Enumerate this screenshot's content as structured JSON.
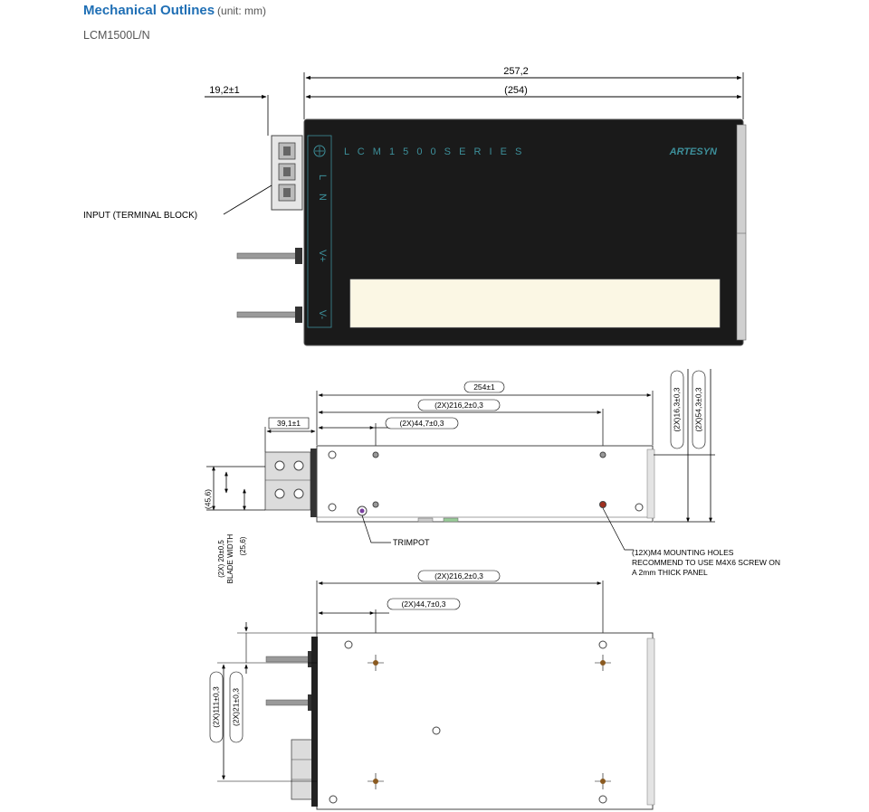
{
  "header": {
    "title": "Mechanical Outlines",
    "unit": "(unit: mm)",
    "model": "LCM1500L/N"
  },
  "top_view": {
    "overall_length": "257,2",
    "body_length": "(254)",
    "terminal_offset": "19,2±1",
    "input_label": "INPUT (TERMINAL BLOCK)",
    "series_text": "L C M 1 5 0 0 S E R I E S",
    "brand_text": "ARTESYN",
    "terminal_labels": [
      "L",
      "N"
    ],
    "output_labels": [
      "V+",
      "V-"
    ]
  },
  "side_view": {
    "dim_length": "254±1",
    "dim_hole_spacing": "(2X)216,2±0,3",
    "dim_hole_offset": "(2X)44,7±0,3",
    "dim_terminal": "39,1±1",
    "dim_height_holes": "(2X)16,3±0,3",
    "dim_height_total": "(2X)54,3±0,3",
    "dim_height_45": "(45,6)",
    "dim_blade": "(2X) 20±0,5",
    "blade_width_label": "BLADE WIDTH",
    "dim_25": "(25,6)",
    "trimpot_label": "TRIMPOT",
    "mounting_note": [
      "(12X)M4 MOUNTING HOLES",
      "RECOMMEND TO USE M4X6 SCREW ON",
      "A 2mm THICK PANEL"
    ]
  },
  "bottom_view": {
    "dim_hole_spacing": "(2X)216,2±0,3",
    "dim_hole_offset": "(2X)44,7±0,3",
    "dim_111": "(2X)111±0,3",
    "dim_21": "(2X)21±0,3"
  },
  "colors": {
    "title_blue": "#1f6fb5",
    "panel_black": "#1a1a1a",
    "panel_teal_text": "#3d8f9a",
    "label_cream": "#fbf7e4"
  }
}
